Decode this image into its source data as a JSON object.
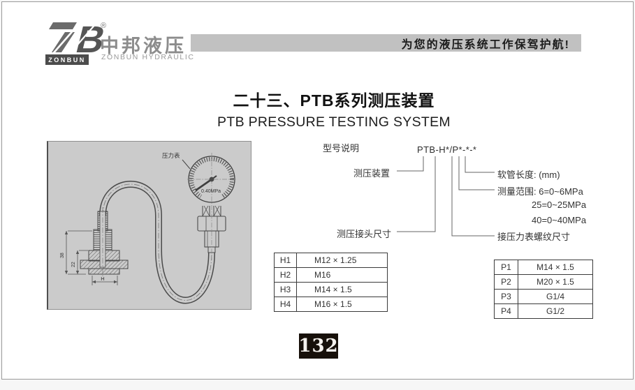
{
  "brand": {
    "logo_b": "B",
    "registered": "®",
    "logo_box": "ZONBUN",
    "name_cn": "中邦液压",
    "name_en": "ZONBUN HYDRAULIC"
  },
  "header": {
    "slogan": "为您的液压系统工作保驾护航!"
  },
  "title": {
    "cn": "二十三、PTB系列测压装置",
    "en": "PTB PRESSURE TESTING SYSTEM"
  },
  "model": {
    "label": "型号说明",
    "code": "PTB-H*/P*-*-*",
    "callouts": {
      "device": "测压装置",
      "connector_size": "测压接头尺寸",
      "hose_length": "软管长度: (mm)",
      "range_1": "测量范围: 6=0~6MPa",
      "range_2": "25=0~25MPa",
      "range_3": "40=0~40MPa",
      "gauge_thread": "接压力表螺纹尺寸"
    }
  },
  "diagram": {
    "gauge_label": "压力表",
    "gauge_reading": "0.40MPa",
    "dim_38": "38",
    "dim_22": "22",
    "dim_h": "H"
  },
  "h_table": {
    "rows": [
      {
        "key": "H1",
        "value": "M12 × 1.25"
      },
      {
        "key": "H2",
        "value": "M16"
      },
      {
        "key": "H3",
        "value": "M14 × 1.5"
      },
      {
        "key": "H4",
        "value": "M16 × 1.5"
      }
    ]
  },
  "p_table": {
    "rows": [
      {
        "key": "P1",
        "value": "M14 × 1.5"
      },
      {
        "key": "P2",
        "value": "M20 × 1.5"
      },
      {
        "key": "P3",
        "value": "G1/4"
      },
      {
        "key": "P4",
        "value": "G1/2"
      }
    ]
  },
  "footer": {
    "page_number": "132"
  },
  "colors": {
    "slogan_bar_bg": "#c1c1c1",
    "panel_bg": "#cbcbcb",
    "footer_bg": "#17100a",
    "brand_gray": "#8c8c8c",
    "logo_dark": "#4c4c4c",
    "line_gray": "#555555"
  }
}
